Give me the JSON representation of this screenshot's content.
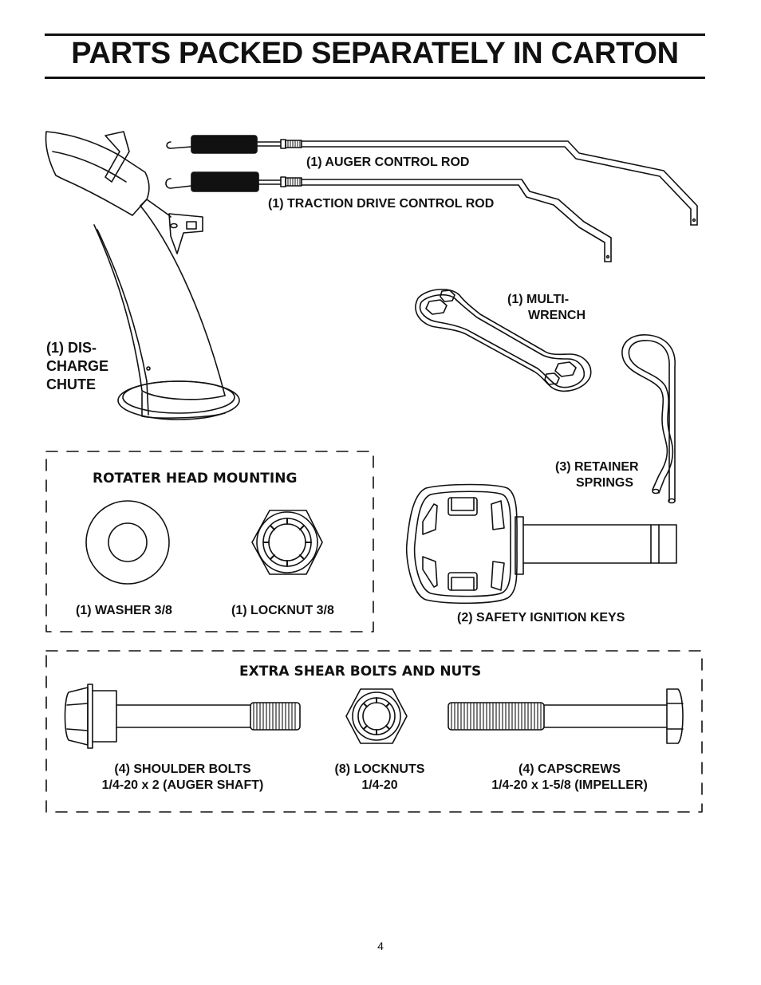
{
  "title": "PARTS PACKED SEPARATELY IN CARTON",
  "parts": {
    "auger_rod": "(1) AUGER CONTROL ROD",
    "traction_rod": "(1) TRACTION DRIVE CONTROL ROD",
    "multi_wrench": {
      "line1": "(1) MULTI-",
      "line2": "WRENCH"
    },
    "chute": {
      "line1": "(1) DIS-",
      "line2": "CHARGE",
      "line3": "CHUTE"
    },
    "retainer": {
      "line1": "(3) RETAINER",
      "line2": "SPRINGS"
    },
    "keys": "(2) SAFETY IGNITION KEYS"
  },
  "rotater": {
    "heading": "ROTATER HEAD MOUNTING",
    "washer": "(1) WASHER  3/8",
    "locknut": "(1) LOCKNUT  3/8"
  },
  "shear": {
    "heading": "EXTRA SHEAR BOLTS AND NUTS",
    "shoulder": {
      "line1": "(4) SHOULDER BOLTS",
      "line2": "1/4-20 x 2 (AUGER SHAFT)"
    },
    "locknuts": {
      "line1": "(8) LOCKNUTS",
      "line2": "1/4-20"
    },
    "capscrews": {
      "line1": "(4) CAPSCREWS",
      "line2": "1/4-20 x 1-5/8 (IMPELLER)"
    }
  },
  "page_number": "4"
}
